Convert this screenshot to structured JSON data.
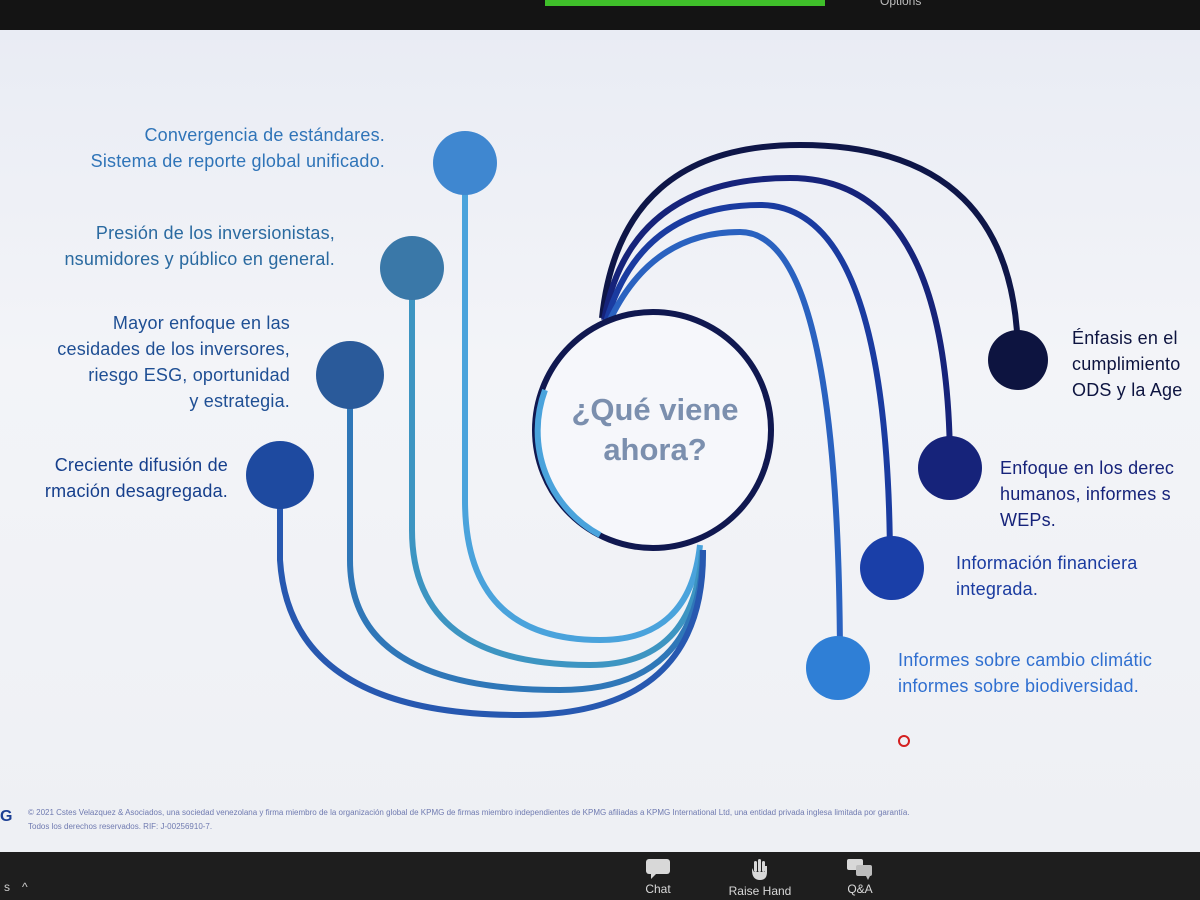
{
  "topbar": {
    "options_label": "Options"
  },
  "center": {
    "title_line1": "¿Qué viene",
    "title_line2": "ahora?"
  },
  "left_items": [
    {
      "line1": "Convergencia de estándares.",
      "line2": "Sistema de reporte global unificado."
    },
    {
      "line1": "Presión de los inversionistas,",
      "line2": "nsumidores y público en general."
    },
    {
      "line1": "Mayor enfoque en las",
      "line2": "cesidades de los inversores,",
      "line3": "riesgo ESG, oportunidad",
      "line4": "y estrategia."
    },
    {
      "line1": "Creciente difusión de",
      "line2": "rmación desagregada."
    }
  ],
  "right_items": [
    {
      "line1": "Énfasis en el",
      "line2": "cumplimiento",
      "line3": "ODS y la Age"
    },
    {
      "line1": "Enfoque en los derec",
      "line2": "humanos, informes s",
      "line3": "WEPs."
    },
    {
      "line1": "Información financiera",
      "line2": "integrada."
    },
    {
      "line1": "Informes sobre cambio climátic",
      "line2": "informes sobre biodiversidad."
    }
  ],
  "colors": {
    "left_text": "#1f5fa8",
    "left_text_dark": "#163f8c",
    "right_text": "#1c3f94",
    "node_light": "#3f87d0",
    "node_teal": "#3a78a8",
    "node_mid": "#2a5a9a",
    "node_dark": "#1e4aa0",
    "node_navy": "#0d1440",
    "node_navy2": "#16237a",
    "node_blue": "#1a3fa8",
    "node_bright": "#2f7fd6"
  },
  "footer": {
    "logo": "G",
    "line1": "© 2021 Cstes Velazquez & Asociados, una sociedad venezolana y firma miembro de la organización global de KPMG de firmas miembro independientes de KPMG afiliadas a KPMG International Ltd, una entidad privada inglesa limitada por garantía.",
    "line2": "Todos los derechos reservados. RIF: J-00256910-7."
  },
  "toolbar": {
    "left_label": "s",
    "caret": "^",
    "chat": "Chat",
    "raise_hand": "Raise Hand",
    "qa": "Q&A"
  }
}
